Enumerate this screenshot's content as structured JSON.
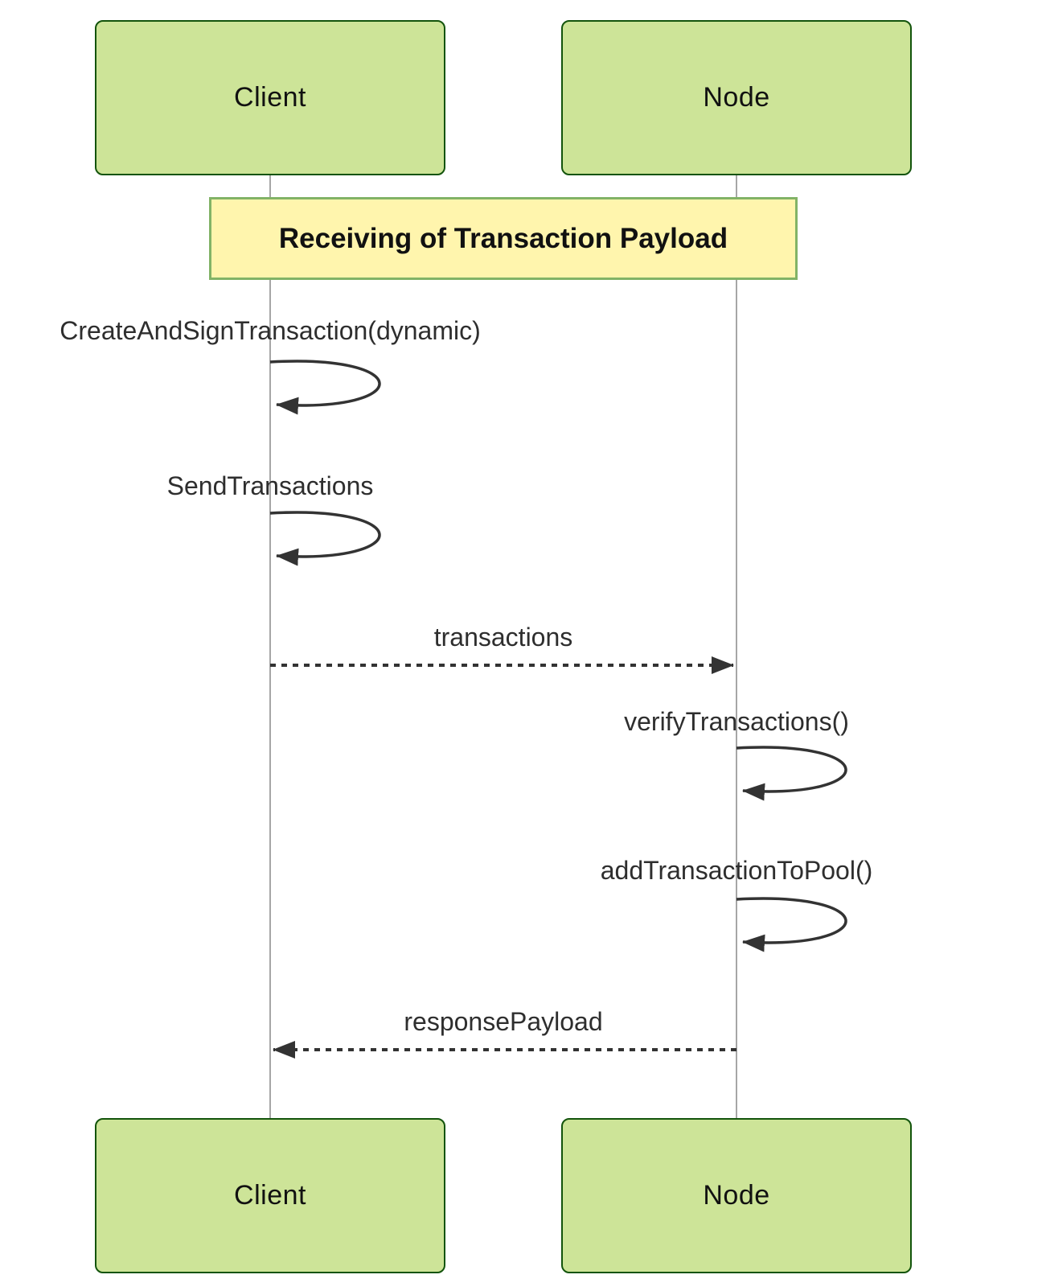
{
  "diagram": {
    "kind": "sequence-diagram",
    "note": {
      "text": "Receiving of Transaction Payload"
    },
    "actors": [
      {
        "id": "client",
        "label": "Client"
      },
      {
        "id": "node",
        "label": "Node"
      }
    ],
    "messages": [
      {
        "label": "CreateAndSignTransaction(dynamic)",
        "from": "client",
        "to": "client",
        "kind": "self-loop"
      },
      {
        "label": "SendTransactions",
        "from": "client",
        "to": "client",
        "kind": "self-loop"
      },
      {
        "label": "transactions",
        "from": "client",
        "to": "node",
        "kind": "dashed-arrow"
      },
      {
        "label": "verifyTransactions()",
        "from": "node",
        "to": "node",
        "kind": "self-loop"
      },
      {
        "label": "addTransactionToPool()",
        "from": "node",
        "to": "node",
        "kind": "self-loop"
      },
      {
        "label": "responsePayload",
        "from": "node",
        "to": "client",
        "kind": "dashed-arrow"
      }
    ],
    "colors": {
      "actor_fill": "#cde498",
      "actor_border": "#13540c",
      "note_fill": "#fff5ad",
      "note_border": "#82b366",
      "lifeline": "#888888",
      "arrow": "#333333",
      "text": "#111111"
    }
  }
}
